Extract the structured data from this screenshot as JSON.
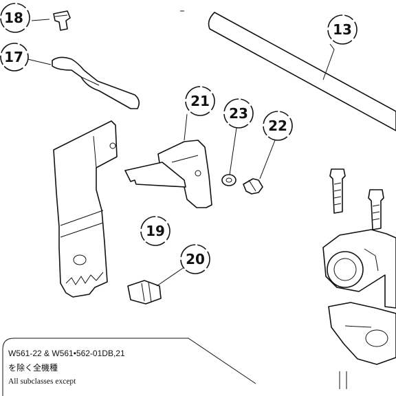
{
  "diagram": {
    "callouts": [
      "18",
      "17",
      "13",
      "21",
      "23",
      "22",
      "19",
      "20"
    ],
    "note": {
      "line1": "W561-22 & W561•562-01DB,21",
      "line2": "を除く全機種",
      "line3": "All subclasses except"
    }
  }
}
